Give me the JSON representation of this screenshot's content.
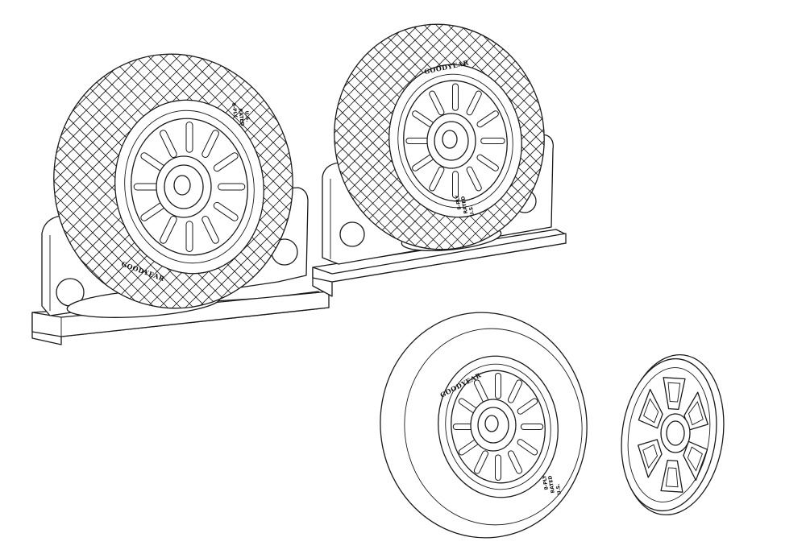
{
  "wheels": [
    {
      "id": "wheel-1",
      "brand": "GOODYEAR",
      "markings": [
        "8-PLY",
        "RATED",
        "U.S."
      ]
    },
    {
      "id": "wheel-2",
      "brand": "GOODYEAR",
      "markings": [
        "8-PLY",
        "RATED",
        "U.S."
      ]
    },
    {
      "id": "wheel-3",
      "brand": "GOODYEAR",
      "markings": [
        "8-PLY",
        "RATED",
        "U.S."
      ]
    }
  ]
}
